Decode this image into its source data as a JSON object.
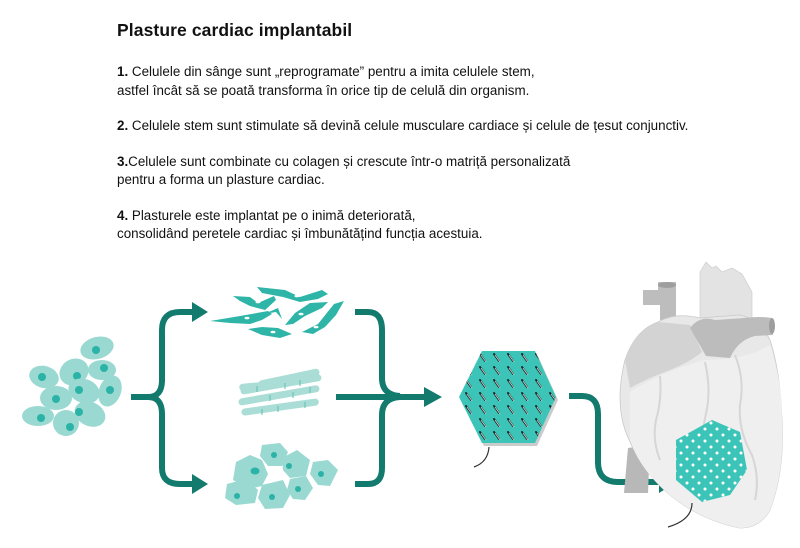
{
  "title": "Plasture cardiac implantabil",
  "steps": [
    {
      "number": "1.",
      "line1": " Celulele din sânge sunt „reprogramate” pentru a imita celulele stem,",
      "line2": "astfel încât să se poată transforma în orice tip de celulă din organism."
    },
    {
      "number": "2.",
      "line1": " Celulele stem sunt stimulate să devină celule musculare cardiace și celule de țesut conjunctiv.",
      "line2": ""
    },
    {
      "number": "3.",
      "line1": "Celulele sunt combinate cu colagen și crescute într-o matriță personalizată",
      "line2": "pentru a forma un plasture cardiac."
    },
    {
      "number": "4.",
      "line1": " Plasturele este implantat pe o inimă deteriorată,",
      "line2": "consolidând peretele cardiac și îmbunătățind funcția acestuia."
    }
  ],
  "diagram": {
    "stages": [
      "stem-cells",
      "fibroblast-cells",
      "cardiac-muscle-fibers",
      "connective-tissue-cells",
      "cardiac-patch",
      "heart-with-patch"
    ],
    "colors": {
      "arrow": "#137a6e",
      "cell_light": "#9ad9d1",
      "cell_nucleus": "#2ab3a6",
      "fibroblast": "#2fb5a8",
      "patch": "#3cc4b8",
      "heart_light": "#e6e6e6",
      "heart_mid": "#cfcfcf",
      "heart_dark": "#b5b5b5"
    }
  }
}
